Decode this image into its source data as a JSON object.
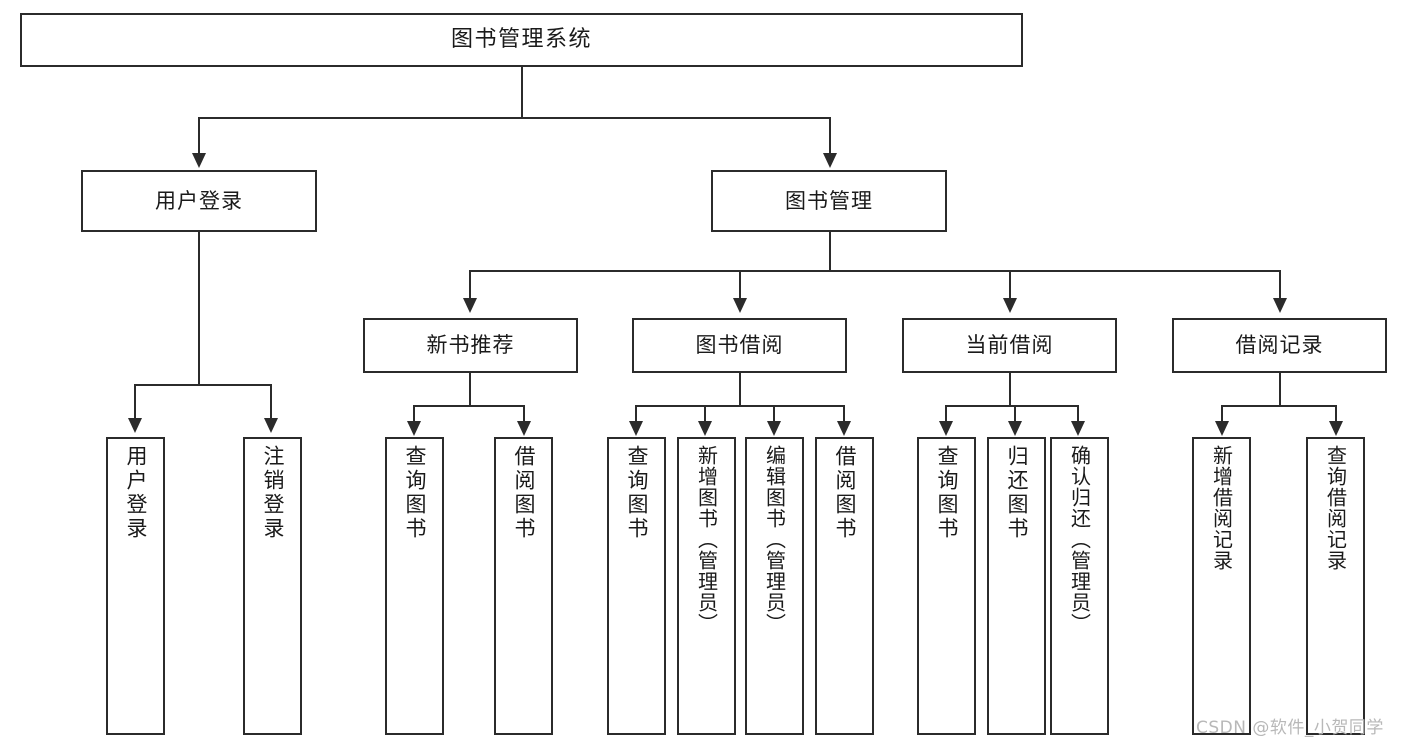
{
  "diagram": {
    "title": "图书管理系统",
    "type": "tree-hierarchy-chart",
    "root": {
      "label": "图书管理系统"
    },
    "level2": [
      {
        "label": "用户登录"
      },
      {
        "label": "图书管理"
      }
    ],
    "level3": [
      {
        "label": "新书推荐"
      },
      {
        "label": "图书借阅"
      },
      {
        "label": "当前借阅"
      },
      {
        "label": "借阅记录"
      }
    ],
    "leaves": {
      "user_login": [
        {
          "label": "用户登录"
        },
        {
          "label": "注销登录"
        }
      ],
      "new_book_recommend": [
        {
          "label": "查询图书"
        },
        {
          "label": "借阅图书"
        }
      ],
      "book_borrow": [
        {
          "label": "查询图书"
        },
        {
          "label": "新增图书（管理员）"
        },
        {
          "label": "编辑图书（管理员）"
        },
        {
          "label": "借阅图书"
        }
      ],
      "current_borrow": [
        {
          "label": "查询图书"
        },
        {
          "label": "归还图书"
        },
        {
          "label": "确认归还（管理员）"
        }
      ],
      "borrow_record": [
        {
          "label": "新增借阅记录"
        },
        {
          "label": "查询借阅记录"
        }
      ]
    }
  },
  "watermark": {
    "text": "CSDN @软件_小贺同学"
  },
  "colors": {
    "border": "#2b2b2b",
    "background": "#ffffff",
    "text": "#1a1a1a",
    "watermark": "#b8b8b8"
  }
}
